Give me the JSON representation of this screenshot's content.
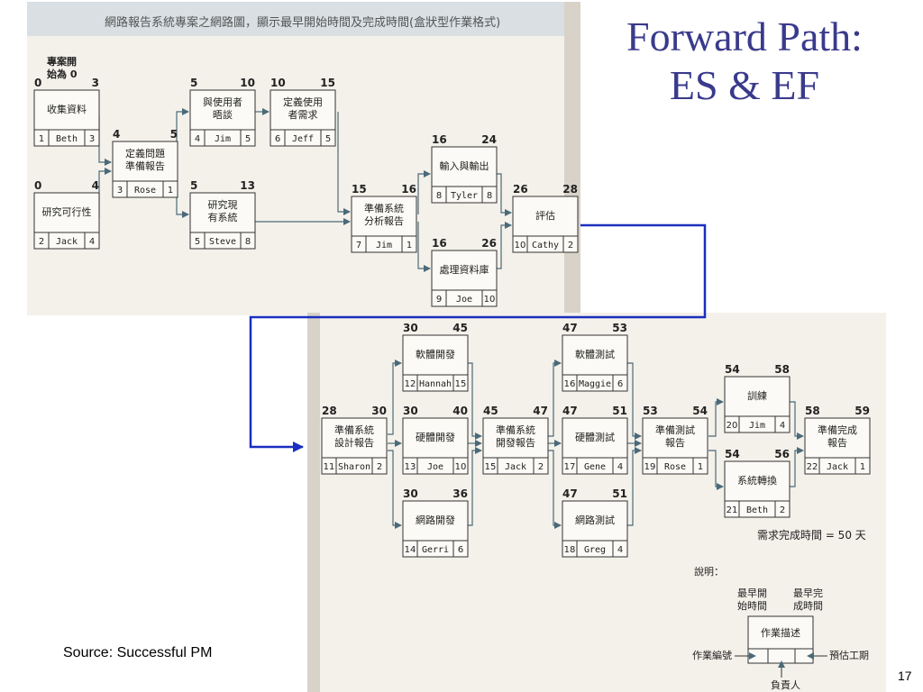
{
  "slide": {
    "title_line1": "Forward Path:",
    "title_line2": "ES & EF",
    "source": "Source: Successful PM",
    "page_number": "17"
  },
  "scan": {
    "header": "網路報告系統專案之網路圖，顯示最早開始時間及完成時間(盒狀型作業格式)",
    "start_note_line1": "專案開",
    "start_note_line2": "始為 0",
    "required_time": "需求完成時間 = 50 天",
    "legend": {
      "title": "說明：",
      "es_line1": "最早開",
      "es_line2": "始時間",
      "ef_line1": "最早完",
      "ef_line2": "成時間",
      "activity_description": "作業描述",
      "activity_number": "作業編號",
      "estimated_duration": "預估工期",
      "responsible": "負責人"
    }
  },
  "colors": {
    "title": "#3a3a8c",
    "connector": "#1a2fbf",
    "scan_paper": "#f4f1ea",
    "node_stroke": "#333333",
    "arrow": "#4a6a7a"
  },
  "activities": [
    {
      "id": "a1",
      "es": "0",
      "ef": "3",
      "name1": "收集資料",
      "name2": "",
      "num": "1",
      "person": "Beth",
      "dur": "3"
    },
    {
      "id": "a2",
      "es": "0",
      "ef": "4",
      "name1": "研究可行性",
      "name2": "",
      "num": "2",
      "person": "Jack",
      "dur": "4"
    },
    {
      "id": "a3",
      "es": "4",
      "ef": "5",
      "name1": "定義問題",
      "name2": "準備報告",
      "num": "3",
      "person": "Rose",
      "dur": "1"
    },
    {
      "id": "a4",
      "es": "5",
      "ef": "10",
      "name1": "與使用者",
      "name2": "晤談",
      "num": "4",
      "person": "Jim",
      "dur": "5"
    },
    {
      "id": "a5",
      "es": "5",
      "ef": "13",
      "name1": "研究現",
      "name2": "有系統",
      "num": "5",
      "person": "Steve",
      "dur": "8"
    },
    {
      "id": "a6",
      "es": "10",
      "ef": "15",
      "name1": "定義使用",
      "name2": "者需求",
      "num": "6",
      "person": "Jeff",
      "dur": "5"
    },
    {
      "id": "a7",
      "es": "15",
      "ef": "16",
      "name1": "準備系統",
      "name2": "分析報告",
      "num": "7",
      "person": "Jim",
      "dur": "1"
    },
    {
      "id": "a8",
      "es": "16",
      "ef": "24",
      "name1": "輸入與輸出",
      "name2": "",
      "num": "8",
      "person": "Tyler",
      "dur": "8"
    },
    {
      "id": "a9",
      "es": "16",
      "ef": "26",
      "name1": "處理資料庫",
      "name2": "",
      "num": "9",
      "person": "Joe",
      "dur": "10"
    },
    {
      "id": "a10",
      "es": "26",
      "ef": "28",
      "name1": "評估",
      "name2": "",
      "num": "10",
      "person": "Cathy",
      "dur": "2"
    },
    {
      "id": "a11",
      "es": "28",
      "ef": "30",
      "name1": "準備系統",
      "name2": "設計報告",
      "num": "11",
      "person": "Sharon",
      "dur": "2"
    },
    {
      "id": "a12",
      "es": "30",
      "ef": "45",
      "name1": "軟體開發",
      "name2": "",
      "num": "12",
      "person": "Hannah",
      "dur": "15"
    },
    {
      "id": "a13",
      "es": "30",
      "ef": "40",
      "name1": "硬體開發",
      "name2": "",
      "num": "13",
      "person": "Joe",
      "dur": "10"
    },
    {
      "id": "a14",
      "es": "30",
      "ef": "36",
      "name1": "網路開發",
      "name2": "",
      "num": "14",
      "person": "Gerri",
      "dur": "6"
    },
    {
      "id": "a15",
      "es": "45",
      "ef": "47",
      "name1": "準備系統",
      "name2": "開發報告",
      "num": "15",
      "person": "Jack",
      "dur": "2"
    },
    {
      "id": "a16",
      "es": "47",
      "ef": "53",
      "name1": "軟體測試",
      "name2": "",
      "num": "16",
      "person": "Maggie",
      "dur": "6"
    },
    {
      "id": "a17",
      "es": "47",
      "ef": "51",
      "name1": "硬體測試",
      "name2": "",
      "num": "17",
      "person": "Gene",
      "dur": "4"
    },
    {
      "id": "a18",
      "es": "47",
      "ef": "51",
      "name1": "網路測試",
      "name2": "",
      "num": "18",
      "person": "Greg",
      "dur": "4"
    },
    {
      "id": "a19",
      "es": "53",
      "ef": "54",
      "name1": "準備測試",
      "name2": "報告",
      "num": "19",
      "person": "Rose",
      "dur": "1"
    },
    {
      "id": "a20",
      "es": "54",
      "ef": "58",
      "name1": "訓練",
      "name2": "",
      "num": "20",
      "person": "Jim",
      "dur": "4"
    },
    {
      "id": "a21",
      "es": "54",
      "ef": "56",
      "name1": "系統轉換",
      "name2": "",
      "num": "21",
      "person": "Beth",
      "dur": "2"
    },
    {
      "id": "a22",
      "es": "58",
      "ef": "59",
      "name1": "準備完成",
      "name2": "報告",
      "num": "22",
      "person": "Jack",
      "dur": "1"
    }
  ]
}
